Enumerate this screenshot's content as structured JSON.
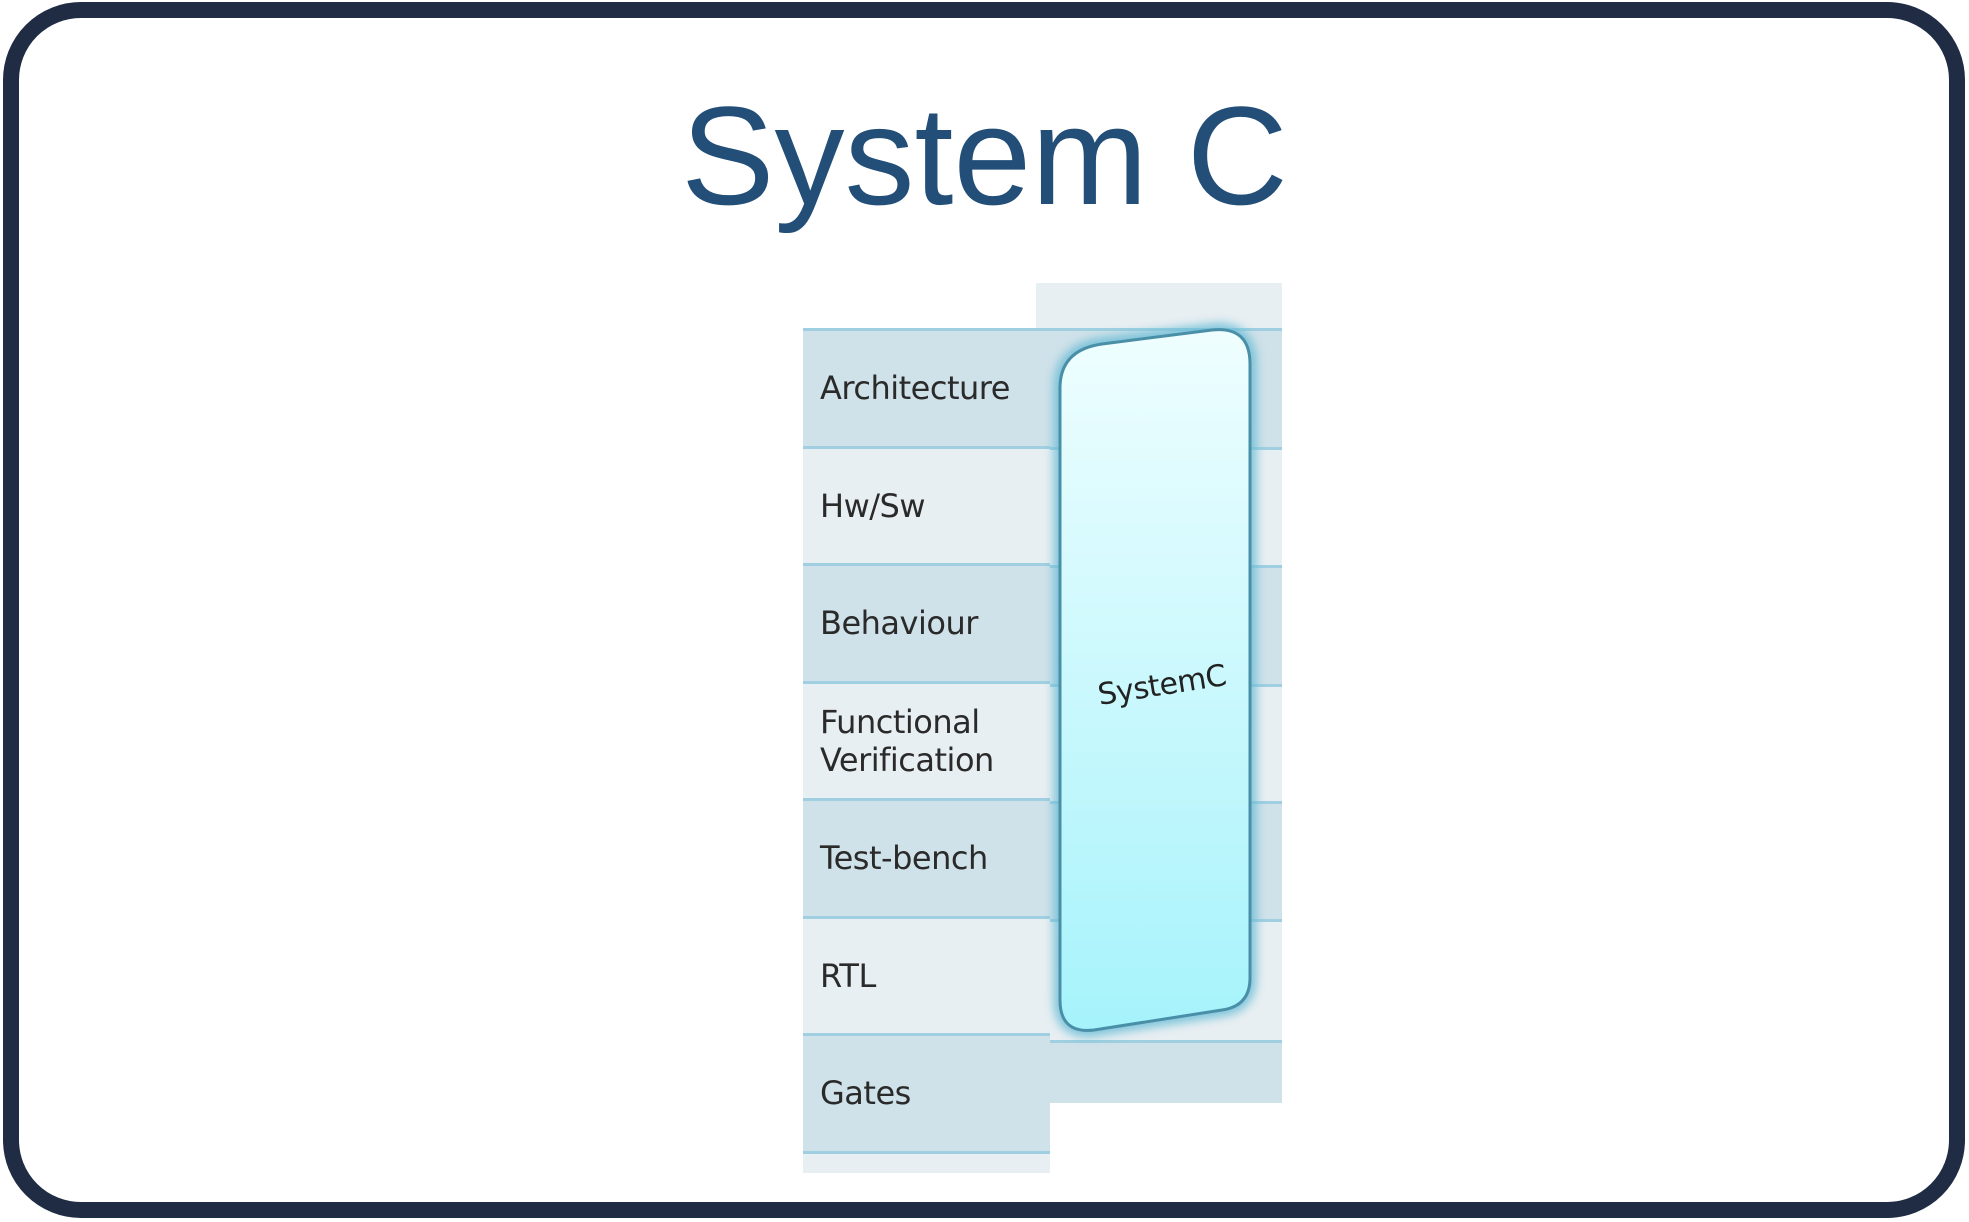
{
  "slide": {
    "title": "System C"
  },
  "diagram": {
    "levels": [
      {
        "label": "Architecture",
        "shade": "dark"
      },
      {
        "label": "Hw/Sw",
        "shade": "light"
      },
      {
        "label": "Behaviour",
        "shade": "dark"
      },
      {
        "label": "Functional\nVerification",
        "shade": "light"
      },
      {
        "label": "Test-bench",
        "shade": "dark"
      },
      {
        "label": "RTL",
        "shade": "light"
      },
      {
        "label": "Gates",
        "shade": "dark"
      }
    ],
    "span_block": {
      "label": "SystemC",
      "covers_from": "Architecture",
      "covers_to": "RTL"
    },
    "colors": {
      "title": "#224e78",
      "frame": "#1f2c44",
      "row_dark": "#cfe1e9",
      "row_light": "#e8eff2",
      "row_rule": "#9fcfe0",
      "block_fill_top": "#ecfdfe",
      "block_fill_bottom": "#a8f2fb",
      "block_edge": "#4fa9c4"
    }
  }
}
